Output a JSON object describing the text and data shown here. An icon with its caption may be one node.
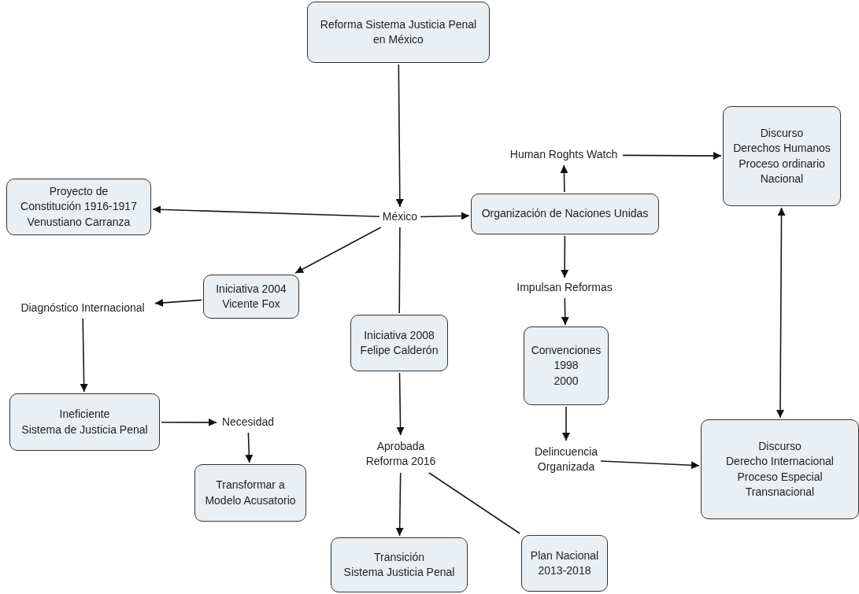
{
  "diagram": {
    "nodes": [
      {
        "text": [
          "Reforma Sistema Justicia Penal en México"
        ]
      },
      {
        "text": [
          "Human Roghts Watch"
        ]
      },
      {
        "text": [
          "Discurso Derechos Humanos Proceso ordinario Nacional"
        ]
      },
      {
        "text": [
          "Proyecto de Constitución 1916-1917 Venustiano Carranza"
        ]
      },
      {
        "text": [
          "México"
        ]
      },
      {
        "text": [
          "Organización de Naciones Unidas"
        ]
      },
      {
        "text": [
          "Iniciativa 2004 Vicente Fox"
        ]
      },
      {
        "text": [
          "Diagnóstico Internacional"
        ]
      },
      {
        "text": [
          "Impulsan Reformas"
        ]
      },
      {
        "text": [
          "Iniciativa 2008 Felipe Calderón"
        ]
      },
      {
        "text": [
          "Convenciones 1998 2000"
        ]
      },
      {
        "text": [
          "Ineficiente Sistema de Justicia Penal"
        ]
      },
      {
        "text": [
          "Necesidad"
        ]
      },
      {
        "text": [
          "Aprobada Reforma 2016"
        ]
      },
      {
        "text": [
          "Delincuencia Organizada"
        ]
      },
      {
        "text": [
          "Discurso Derecho Internacional Proceso Especial Transnacional"
        ]
      },
      {
        "text": [
          "Transformar a Modelo Acusatorio"
        ]
      },
      {
        "text": [
          "Transición Sistema Justicia Penal"
        ]
      },
      {
        "text": [
          "Plan Nacional 2013-2018"
        ]
      }
    ],
    "edges": [
      {
        "from": 0,
        "to": 4,
        "arrow": "to"
      },
      {
        "from": 4,
        "to": 3,
        "arrow": "to"
      },
      {
        "from": 4,
        "to": 5,
        "arrow": "to"
      },
      {
        "from": 4,
        "to": 6,
        "arrow": "to"
      },
      {
        "from": 4,
        "to": 9,
        "arrow": "none"
      },
      {
        "from": 5,
        "to": 1,
        "arrow": "to"
      },
      {
        "from": 1,
        "to": 2,
        "arrow": "to"
      },
      {
        "from": 5,
        "to": 8,
        "arrow": "to"
      },
      {
        "from": 8,
        "to": 10,
        "arrow": "to"
      },
      {
        "from": 10,
        "to": 14,
        "arrow": "to"
      },
      {
        "from": 14,
        "to": 15,
        "arrow": "to"
      },
      {
        "from": 2,
        "to": 15,
        "arrow": "both"
      },
      {
        "from": 6,
        "to": 7,
        "arrow": "to"
      },
      {
        "from": 7,
        "to": 11,
        "arrow": "to"
      },
      {
        "from": 11,
        "to": 12,
        "arrow": "to"
      },
      {
        "from": 12,
        "to": 16,
        "arrow": "to"
      },
      {
        "from": 9,
        "to": 13,
        "arrow": "to"
      },
      {
        "from": 13,
        "to": 17,
        "arrow": "to"
      },
      {
        "from": 13,
        "to": 18,
        "arrow": "none"
      }
    ]
  }
}
